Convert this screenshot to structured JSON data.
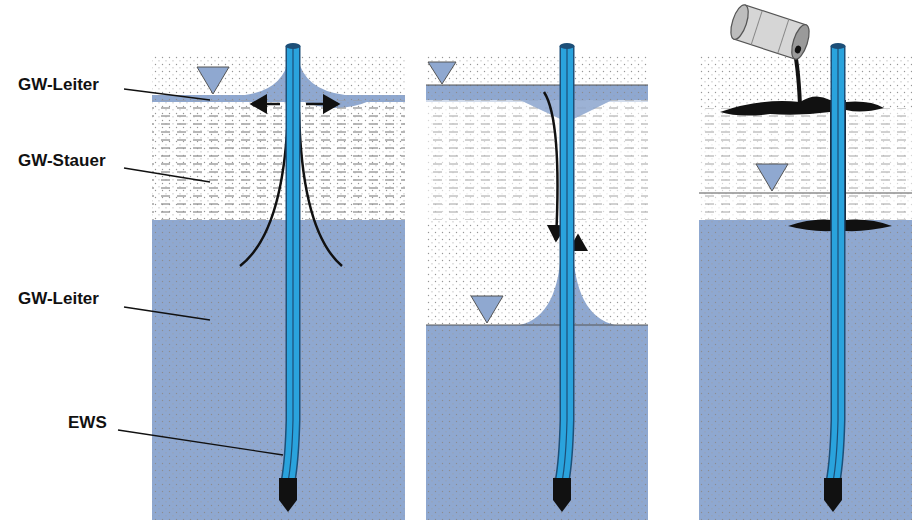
{
  "diagram": {
    "labels": [
      "GW-Leiter",
      "GW-Stauer",
      "GW-Leiter",
      "EWS"
    ]
  }
}
